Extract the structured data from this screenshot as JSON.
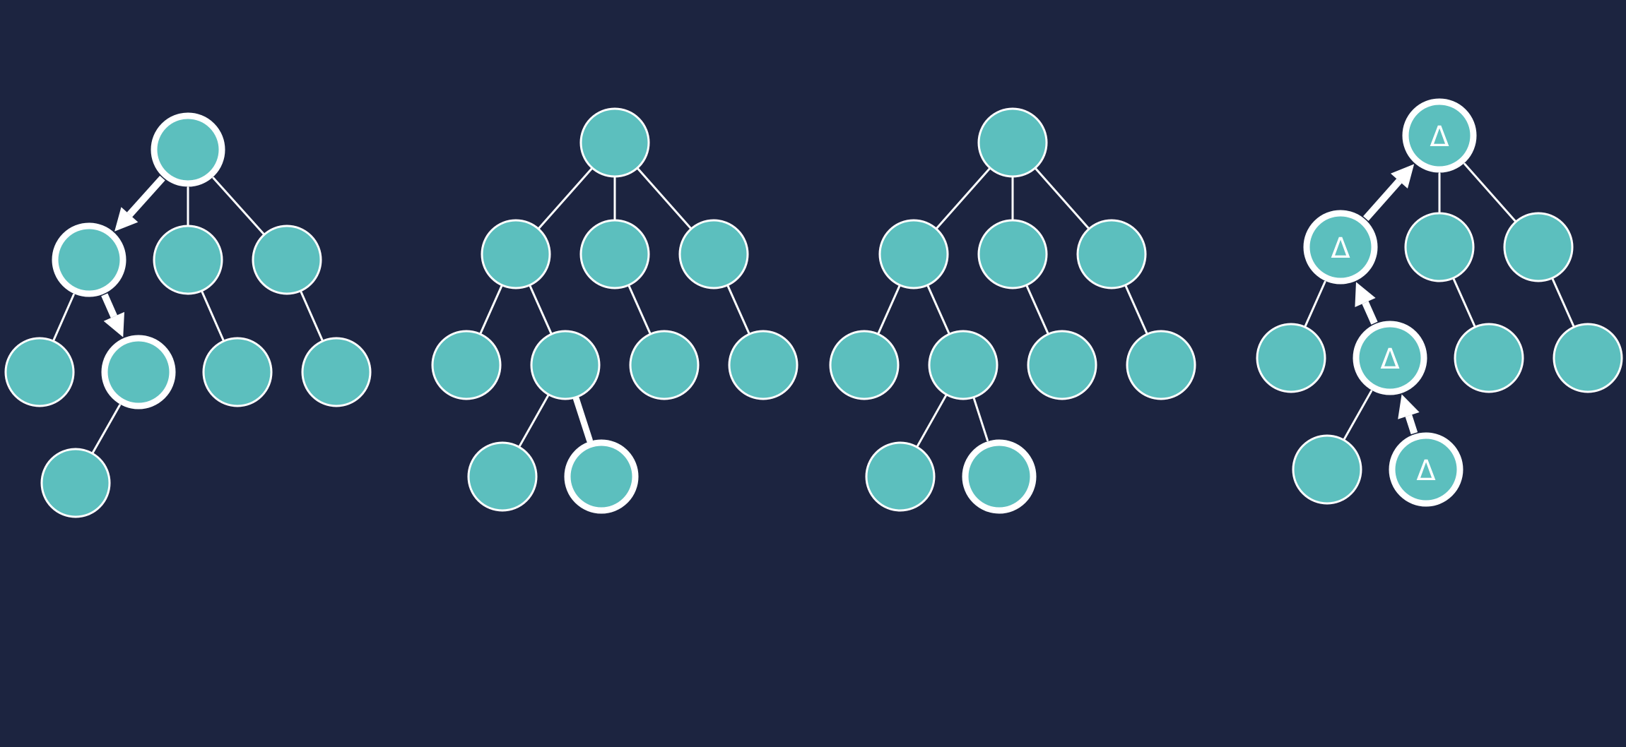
{
  "colors": {
    "background": "#1c2440",
    "node_fill": "#5cbfbe",
    "line": "#ffffff"
  },
  "trees": [
    {
      "name": "tree-1",
      "nodes": [
        {
          "id": "t1-root",
          "label": "",
          "highlighted": true
        },
        {
          "id": "t1-a",
          "label": "",
          "highlighted": true
        },
        {
          "id": "t1-b",
          "label": "",
          "highlighted": false
        },
        {
          "id": "t1-c",
          "label": "",
          "highlighted": false
        },
        {
          "id": "t1-a1",
          "label": "",
          "highlighted": false
        },
        {
          "id": "t1-a2",
          "label": "",
          "highlighted": true
        },
        {
          "id": "t1-b1",
          "label": "",
          "highlighted": false
        },
        {
          "id": "t1-c1",
          "label": "",
          "highlighted": false
        },
        {
          "id": "t1-a2a",
          "label": "",
          "highlighted": false
        }
      ],
      "edges": [
        {
          "from": "t1-root",
          "to": "t1-a",
          "style": "arrow"
        },
        {
          "from": "t1-root",
          "to": "t1-b",
          "style": "line"
        },
        {
          "from": "t1-root",
          "to": "t1-c",
          "style": "line"
        },
        {
          "from": "t1-a",
          "to": "t1-a1",
          "style": "line"
        },
        {
          "from": "t1-a",
          "to": "t1-a2",
          "style": "arrow"
        },
        {
          "from": "t1-b",
          "to": "t1-b1",
          "style": "line"
        },
        {
          "from": "t1-c",
          "to": "t1-c1",
          "style": "line"
        },
        {
          "from": "t1-a2",
          "to": "t1-a2a",
          "style": "line"
        }
      ]
    },
    {
      "name": "tree-2",
      "nodes": [
        {
          "id": "t2-root",
          "label": "",
          "highlighted": false
        },
        {
          "id": "t2-a",
          "label": "",
          "highlighted": false
        },
        {
          "id": "t2-b",
          "label": "",
          "highlighted": false
        },
        {
          "id": "t2-c",
          "label": "",
          "highlighted": false
        },
        {
          "id": "t2-a1",
          "label": "",
          "highlighted": false
        },
        {
          "id": "t2-a2",
          "label": "",
          "highlighted": false
        },
        {
          "id": "t2-b1",
          "label": "",
          "highlighted": false
        },
        {
          "id": "t2-c1",
          "label": "",
          "highlighted": false
        },
        {
          "id": "t2-a2a",
          "label": "",
          "highlighted": false
        },
        {
          "id": "t2-a2b",
          "label": "",
          "highlighted": true
        }
      ],
      "edges": [
        {
          "from": "t2-root",
          "to": "t2-a",
          "style": "line"
        },
        {
          "from": "t2-root",
          "to": "t2-b",
          "style": "line"
        },
        {
          "from": "t2-root",
          "to": "t2-c",
          "style": "line"
        },
        {
          "from": "t2-a",
          "to": "t2-a1",
          "style": "line"
        },
        {
          "from": "t2-a",
          "to": "t2-a2",
          "style": "line"
        },
        {
          "from": "t2-b",
          "to": "t2-b1",
          "style": "line"
        },
        {
          "from": "t2-c",
          "to": "t2-c1",
          "style": "line"
        },
        {
          "from": "t2-a2",
          "to": "t2-a2a",
          "style": "line"
        },
        {
          "from": "t2-a2",
          "to": "t2-a2b",
          "style": "thick"
        }
      ]
    },
    {
      "name": "tree-3",
      "nodes": [
        {
          "id": "t3-root",
          "label": "",
          "highlighted": false
        },
        {
          "id": "t3-a",
          "label": "",
          "highlighted": false
        },
        {
          "id": "t3-b",
          "label": "",
          "highlighted": false
        },
        {
          "id": "t3-c",
          "label": "",
          "highlighted": false
        },
        {
          "id": "t3-a1",
          "label": "",
          "highlighted": false
        },
        {
          "id": "t3-a2",
          "label": "",
          "highlighted": false
        },
        {
          "id": "t3-b1",
          "label": "",
          "highlighted": false
        },
        {
          "id": "t3-c1",
          "label": "",
          "highlighted": false
        },
        {
          "id": "t3-a2a",
          "label": "",
          "highlighted": false
        },
        {
          "id": "t3-a2b",
          "label": "",
          "highlighted": true
        }
      ],
      "edges": [
        {
          "from": "t3-root",
          "to": "t3-a",
          "style": "line"
        },
        {
          "from": "t3-root",
          "to": "t3-b",
          "style": "line"
        },
        {
          "from": "t3-root",
          "to": "t3-c",
          "style": "line"
        },
        {
          "from": "t3-a",
          "to": "t3-a1",
          "style": "line"
        },
        {
          "from": "t3-a",
          "to": "t3-a2",
          "style": "line"
        },
        {
          "from": "t3-b",
          "to": "t3-b1",
          "style": "line"
        },
        {
          "from": "t3-c",
          "to": "t3-c1",
          "style": "line"
        },
        {
          "from": "t3-a2",
          "to": "t3-a2a",
          "style": "line"
        },
        {
          "from": "t3-a2",
          "to": "t3-a2b",
          "style": "line"
        }
      ]
    },
    {
      "name": "tree-4",
      "nodes": [
        {
          "id": "t4-root",
          "label": "Δ",
          "highlighted": true
        },
        {
          "id": "t4-a",
          "label": "Δ",
          "highlighted": true
        },
        {
          "id": "t4-b",
          "label": "",
          "highlighted": false
        },
        {
          "id": "t4-c",
          "label": "",
          "highlighted": false
        },
        {
          "id": "t4-a1",
          "label": "",
          "highlighted": false
        },
        {
          "id": "t4-a2",
          "label": "Δ",
          "highlighted": true
        },
        {
          "id": "t4-b1",
          "label": "",
          "highlighted": false
        },
        {
          "id": "t4-c1",
          "label": "",
          "highlighted": false
        },
        {
          "id": "t4-a2a",
          "label": "",
          "highlighted": false
        },
        {
          "id": "t4-a2b",
          "label": "Δ",
          "highlighted": true
        }
      ],
      "edges": [
        {
          "from": "t4-a",
          "to": "t4-root",
          "style": "arrow"
        },
        {
          "from": "t4-root",
          "to": "t4-b",
          "style": "line"
        },
        {
          "from": "t4-root",
          "to": "t4-c",
          "style": "line"
        },
        {
          "from": "t4-a",
          "to": "t4-a1",
          "style": "line"
        },
        {
          "from": "t4-a2",
          "to": "t4-a",
          "style": "arrow"
        },
        {
          "from": "t4-b",
          "to": "t4-b1",
          "style": "line"
        },
        {
          "from": "t4-c",
          "to": "t4-c1",
          "style": "line"
        },
        {
          "from": "t4-a2",
          "to": "t4-a2a",
          "style": "line"
        },
        {
          "from": "t4-a2b",
          "to": "t4-a2",
          "style": "arrow"
        }
      ]
    }
  ]
}
